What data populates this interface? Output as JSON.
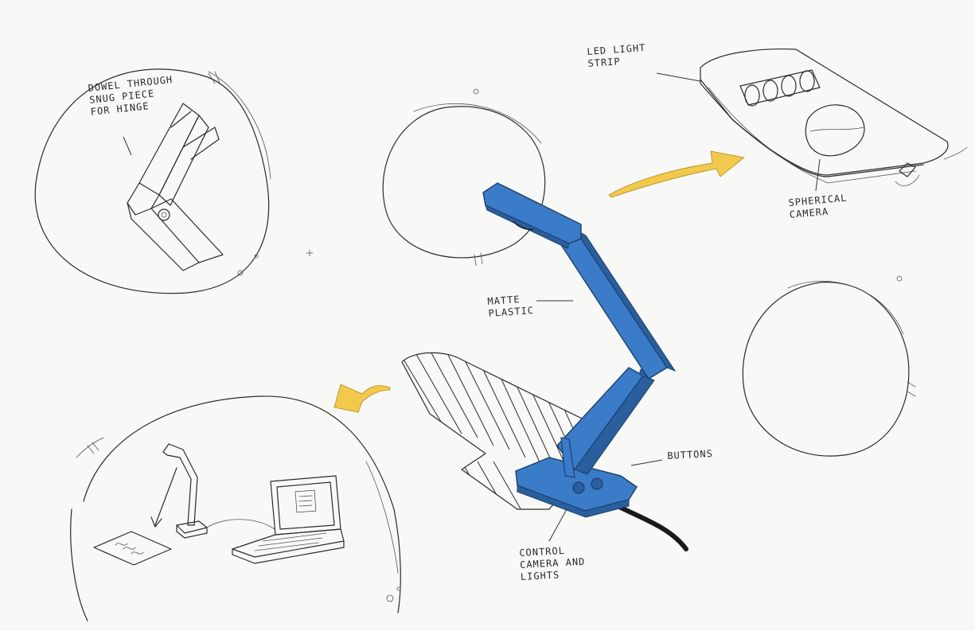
{
  "colors": {
    "paper": "#f8f8f6",
    "lamp_blue": "#3b7cc9",
    "lamp_blue_dark": "#2a5f9e",
    "arrow_yellow": "#f2c94c",
    "ink": "#2b2b2b"
  },
  "labels": {
    "dowel": "Dowel through\nsnug piece\nfor hinge",
    "led_strip": "LED light\nstrip",
    "spherical_camera": "Spherical\ncamera",
    "matte_plastic": "Matte\nplastic",
    "buttons": "Buttons",
    "control": "Control\ncamera and\nlights"
  },
  "illustrations": [
    "hinge-detail-sketch",
    "camera-head-detail-sketch",
    "desk-camera-lamp",
    "laptop-setup-sketch",
    "empty-circle-sketch-left",
    "empty-circle-sketch-right"
  ]
}
